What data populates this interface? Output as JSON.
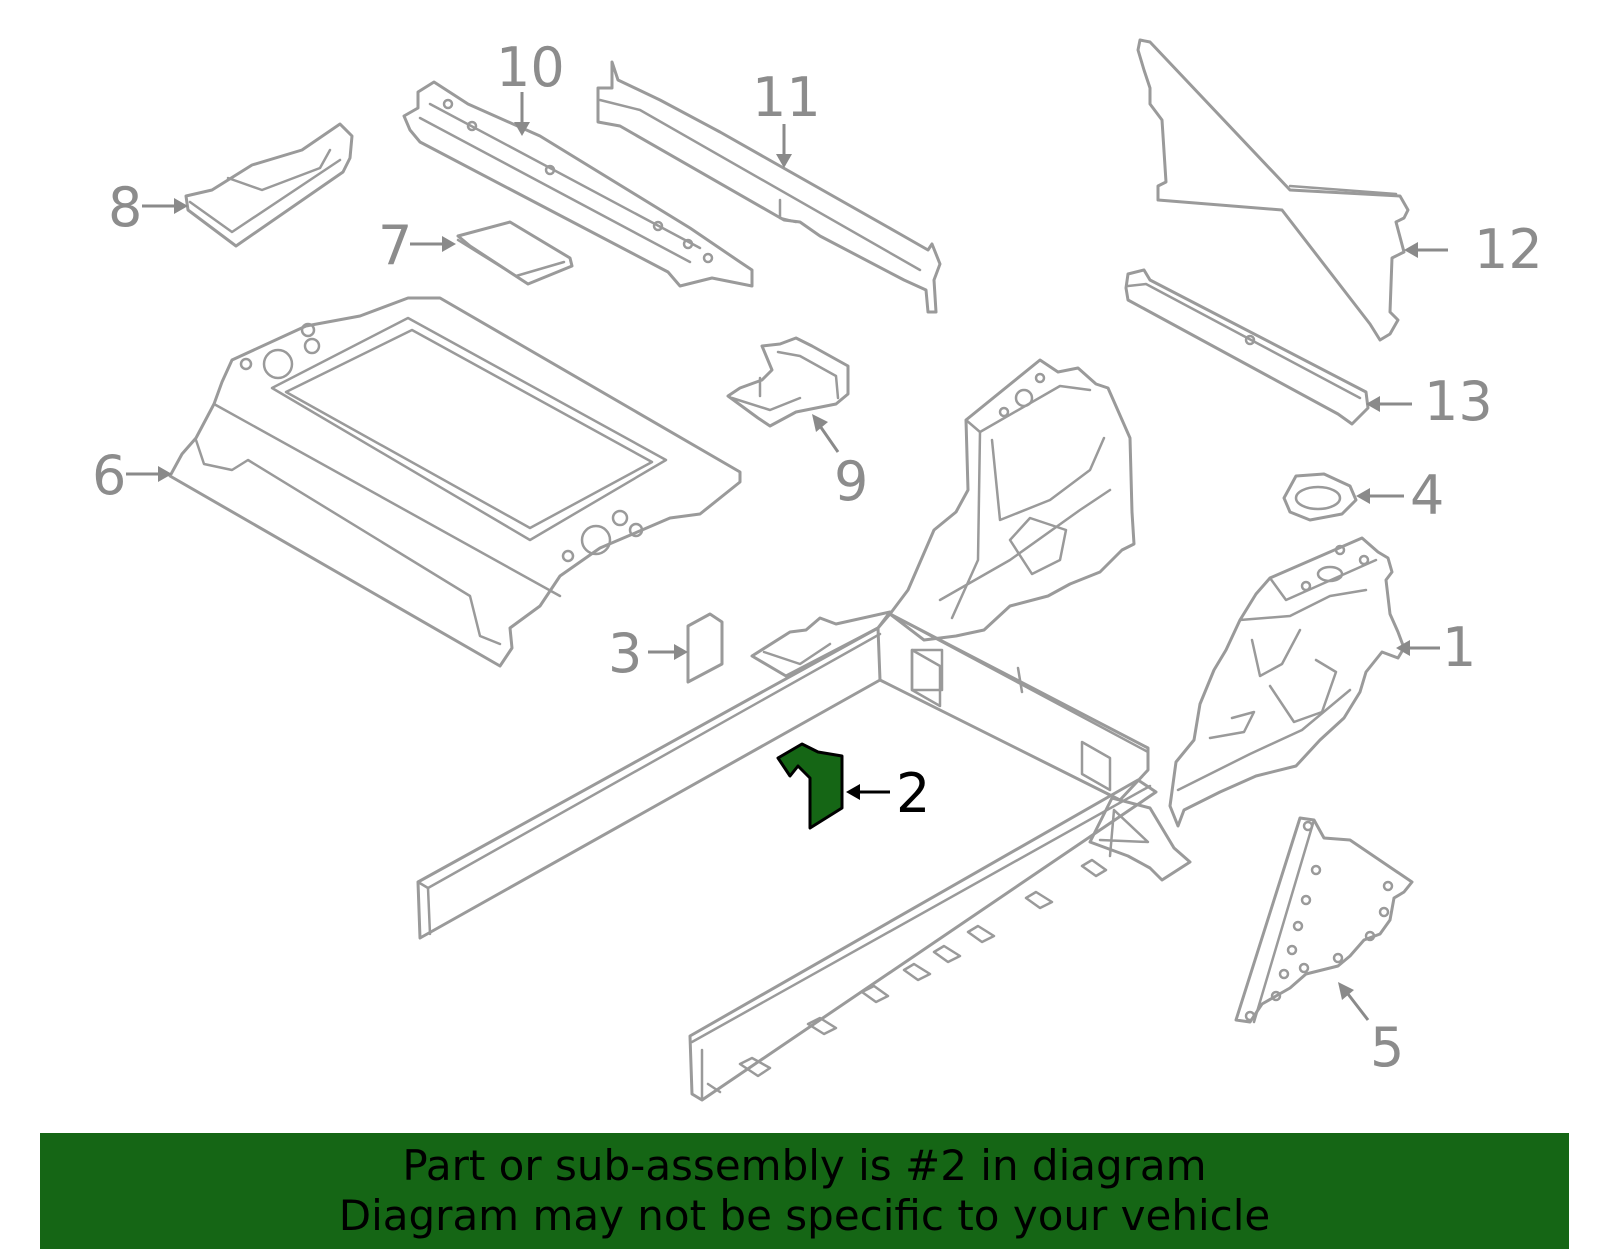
{
  "diagram": {
    "highlight_color": "#156615",
    "line_color": "#9a9a9a",
    "highlighted_part": "2",
    "callouts": [
      "1",
      "2",
      "3",
      "4",
      "5",
      "6",
      "7",
      "8",
      "9",
      "10",
      "11",
      "12",
      "13"
    ]
  },
  "banner": {
    "line1": "Part or sub-assembly is #2 in diagram",
    "line2": "Diagram may not be specific to your vehicle"
  }
}
